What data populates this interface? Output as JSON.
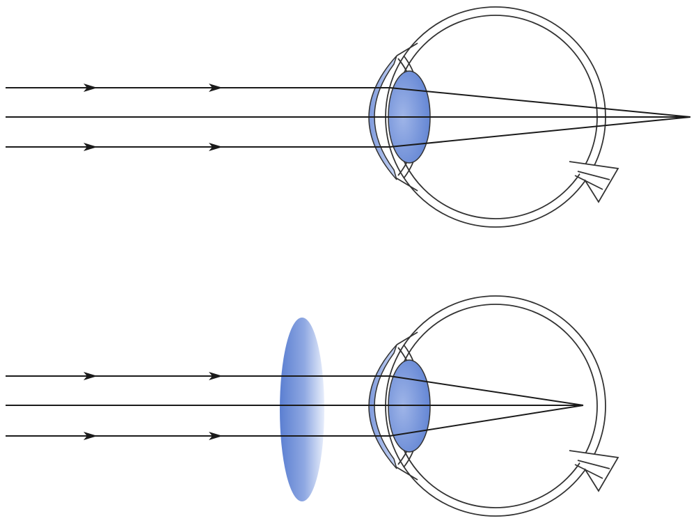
{
  "diagram": {
    "panels": [
      {
        "id": "uncorrected",
        "rays": 3,
        "corrective_lens": false,
        "focus": "behind-retina"
      },
      {
        "id": "corrected",
        "rays": 3,
        "corrective_lens": true,
        "corrective_lens_type": "convex",
        "focus": "on-retina"
      }
    ]
  },
  "colors": {
    "background": "#ffffff",
    "ray": "#1a1a1a",
    "eye_outline": "#333333",
    "lens_blue": "#5b7fd1",
    "lens_blue_light": "#e8eefb"
  }
}
